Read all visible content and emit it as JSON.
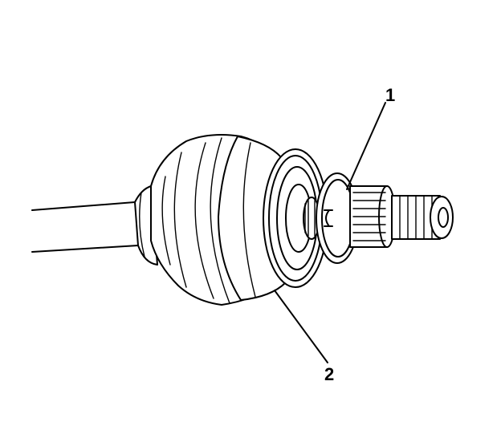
{
  "callouts": [
    {
      "label": "1",
      "target": "retaining-ring"
    },
    {
      "label": "2",
      "target": "cv-joint-housing"
    }
  ]
}
